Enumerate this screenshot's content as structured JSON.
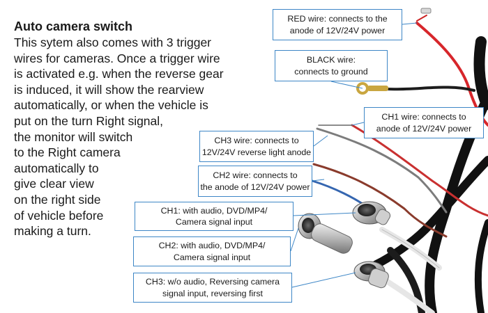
{
  "intro": {
    "title": "Auto camera switch",
    "lines": [
      "This sytem also comes with 3 trigger",
      "wires for cameras. Once a trigger wire",
      "is activated e.g. when the reverse gear",
      "is induced, it will show the rearview",
      "automatically, or when the vehicle is",
      "put on the turn Right signal,",
      "the monitor will switch",
      "to the Right camera",
      "automatically to",
      "give clear view",
      "on the right side",
      "of vehicle before",
      "making a turn."
    ]
  },
  "labels": {
    "red_wire": [
      "RED wire: connects to the",
      "anode of 12V/24V power"
    ],
    "black_wire": [
      "BLACK wire:",
      "connects to ground"
    ],
    "ch1_wire": [
      "CH1 wire: connects to",
      "anode of 12V/24V power"
    ],
    "ch3_wire": [
      "CH3 wire: connects to",
      "12V/24V reverse light anode"
    ],
    "ch2_wire": [
      "CH2 wire:  connects to",
      "the anode of 12V/24V power"
    ],
    "ch1_input": [
      "CH1: with audio, DVD/MP4/",
      "Camera signal input"
    ],
    "ch2_input": [
      "CH2: with audio, DVD/MP4/",
      "Camera signal input"
    ],
    "ch3_input": [
      "CH3: w/o audio, Reversing camera",
      "signal input, reversing first"
    ]
  },
  "colors": {
    "label_border": "#3d86c6",
    "red_wire": "#d7262b",
    "black_wire": "#1c1c1c",
    "blue_wire": "#3566b0",
    "brown_wire": "#8a3b2c",
    "gray_wire": "#7c7c7c",
    "metal": "#b8b8b8"
  }
}
